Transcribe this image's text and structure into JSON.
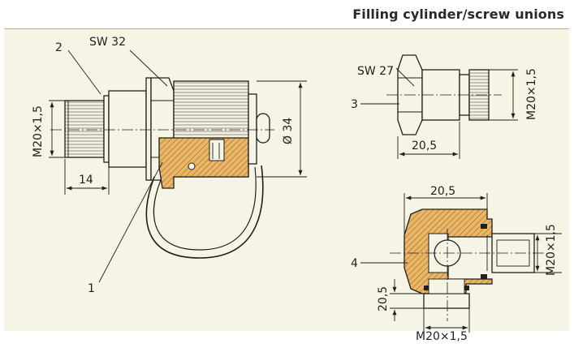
{
  "header": {
    "title": "Filling cylinder/screw unions"
  },
  "fig1": {
    "callout_2": "2",
    "sw_label": "SW 32",
    "thread_label": "M20×1,5",
    "length_label": "14",
    "diameter_label": "Ø 34",
    "callout_1": "1"
  },
  "fig3": {
    "sw_label": "SW 27",
    "callout_3": "3",
    "thread_label": "M20×1,5",
    "length_label": "20,5"
  },
  "fig4": {
    "top_dim": "20,5",
    "callout_4": "4",
    "right_thread": "M20×1,5",
    "left_dim": "20,5",
    "bottom_thread": "M20×1,5"
  }
}
